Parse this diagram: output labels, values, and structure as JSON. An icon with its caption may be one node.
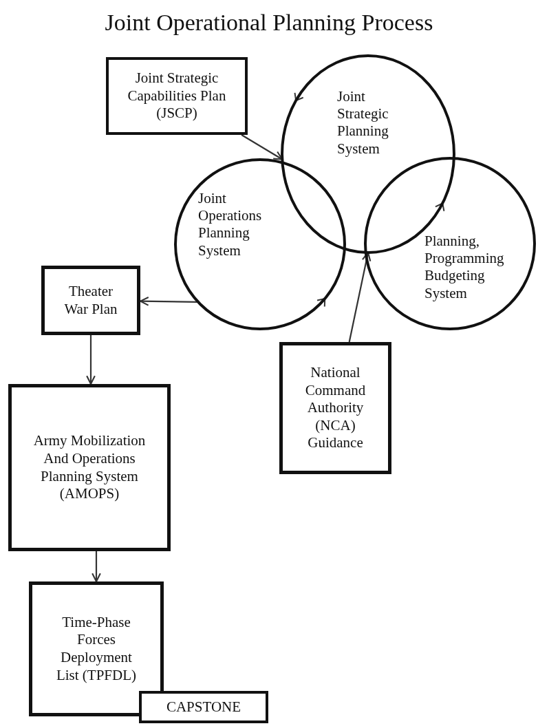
{
  "diagram": {
    "title": "Joint Operational Planning Process",
    "nodes": [
      {
        "text": [
          "Joint Strategic Capabilities Plan (JSCP)"
        ]
      },
      {
        "text": [
          "Joint Strategic Planning System"
        ]
      },
      {
        "text": [
          "Joint Operations Planning System"
        ]
      },
      {
        "text": [
          "Planning, Programming Budgeting System"
        ]
      },
      {
        "text": [
          "Theater War Plan"
        ]
      },
      {
        "text": [
          "National Command Authority (NCA) Guidance"
        ]
      },
      {
        "text": [
          "Army Mobilization And Operations Planning System (AMOPS)"
        ]
      },
      {
        "text": [
          "Time-Phase Forces Deployment List (TPFDL)"
        ]
      },
      {
        "text": [
          "CAPSTONE"
        ]
      }
    ],
    "edges": [
      {
        "from": 0,
        "to": 1,
        "arrow": "to"
      },
      {
        "from": 2,
        "to": 4,
        "arrow": "to"
      },
      {
        "from": 4,
        "to": 6,
        "arrow": "to"
      },
      {
        "from": 6,
        "to": 7,
        "arrow": "to"
      },
      {
        "from": 5,
        "to": 1,
        "arrow": "to"
      }
    ]
  }
}
